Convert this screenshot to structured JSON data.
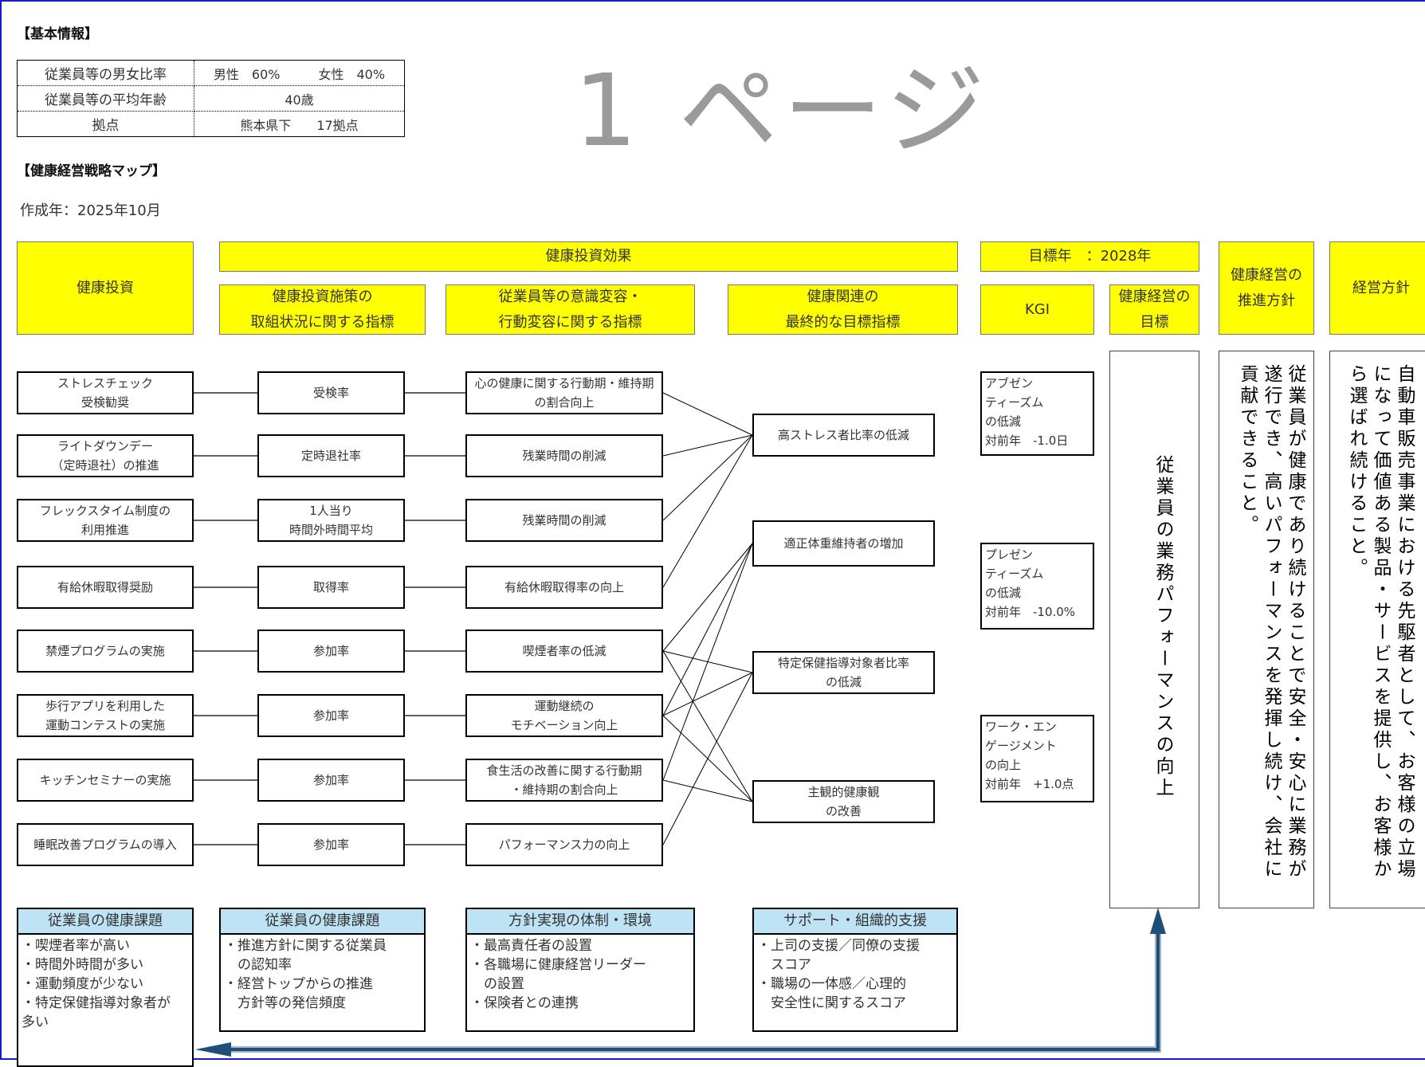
{
  "basic": {
    "title": "【基本情報】",
    "rows": [
      {
        "label": "従業員等の男女比率",
        "value": "男性　60%　　　女性　40%"
      },
      {
        "label": "従業員等の平均年齢",
        "value": "40歳"
      },
      {
        "label": "拠点",
        "value": "熊本県下　　17拠点"
      }
    ]
  },
  "map": {
    "title": "【健康経営戦略マップ】",
    "created": "作成年：2025年10月"
  },
  "headers": {
    "investment": "健康投資",
    "effect": "健康投資効果",
    "col2": "健康投資施策の\n取組状況に関する指標",
    "col3": "従業員等の意識変容・\n行動変容に関する指標",
    "col4": "健康関連の\n最終的な目標指標",
    "target_year": "目標年　：2028年",
    "kgi": "KGI",
    "goal": "健康経営の\n目標",
    "policy": "健康経営の\n推進方針",
    "mgmt": "経営方針"
  },
  "rows": [
    {
      "initiative": "ストレスチェック\n受検勧奨",
      "metric": "受検率",
      "behavior": "心の健康に関する行動期・維持期\nの割合向上"
    },
    {
      "initiative": "ライトダウンデー\n（定時退社）の推進",
      "metric": "定時退社率",
      "behavior": "残業時間の削減"
    },
    {
      "initiative": "フレックスタイム制度の\n利用推進",
      "metric": "1人当り\n時間外時間平均",
      "behavior": "残業時間の削減"
    },
    {
      "initiative": "有給休暇取得奨励",
      "metric": "取得率",
      "behavior": "有給休暇取得率の向上"
    },
    {
      "initiative": "禁煙プログラムの実施",
      "metric": "参加率",
      "behavior": "喫煙者率の低減"
    },
    {
      "initiative": "歩行アプリを利用した\n運動コンテストの実施",
      "metric": "参加率",
      "behavior": "運動継続の\nモチベーション向上"
    },
    {
      "initiative": "キッチンセミナーの実施",
      "metric": "参加率",
      "behavior": "食生活の改善に関する行動期\n・維持期の割合向上"
    },
    {
      "initiative": "睡眠改善プログラムの導入",
      "metric": "参加率",
      "behavior": "パフォーマンス力の向上"
    }
  ],
  "outcomes": [
    "高ストレス者比率の低減",
    "適正体重維持者の増加",
    "特定保健指導対象者比率\nの低減",
    "主観的健康観\nの改善"
  ],
  "links": [
    [
      0,
      0
    ],
    [
      1,
      0
    ],
    [
      2,
      0
    ],
    [
      3,
      0
    ],
    [
      4,
      1
    ],
    [
      4,
      2
    ],
    [
      4,
      3
    ],
    [
      5,
      1
    ],
    [
      5,
      2
    ],
    [
      5,
      3
    ],
    [
      6,
      1
    ],
    [
      6,
      3
    ],
    [
      7,
      2
    ]
  ],
  "kgis": [
    "アブゼン\nティーズム\nの低減\n対前年　-1.0日",
    "プレゼン\nティーズム\nの低減\n対前年　-10.0%",
    "ワーク・エン\nゲージメント\nの向上\n対前年　+1.0点"
  ],
  "goal_text": "従業員の業務パフォーマンスの向上",
  "policy_text": "従業員が健康であり続けることで安全・安心に業務が遂行でき、高いパフォーマンスを発揮し続け、会社に貢献できること。",
  "mgmt_text": "自動車販売事業における先駆者として、お客様の立場になって価値ある製品・サービスを提供し、お客様から選ばれ続けること。",
  "bottom": [
    {
      "title": "従業員の健康課題",
      "items": [
        "・喫煙者率が高い",
        "・時間外時間が多い",
        "・運動頻度が少ない",
        "・特定保健指導対象者が\n多い"
      ]
    },
    {
      "title": "従業員の健康課題",
      "items": [
        "・推進方針に関する従業員\n　の認知率",
        "・経営トップからの推進\n　方針等の発信頻度"
      ]
    },
    {
      "title": "方針実現の体制・環境",
      "items": [
        "・最高責任者の設置",
        "・各職場に健康経営リーダー\n　の設置",
        "・保険者との連携"
      ]
    },
    {
      "title": "サポート・組織的支援",
      "items": [
        "・上司の支援／同僚の支援\n　スコア",
        "・職場の一体感／心理的\n　安全性に関するスコア"
      ]
    }
  ],
  "watermark": "1 ページ",
  "colors": {
    "header": "#ffff00",
    "subheader": "#bde3f5",
    "arrow": "#1f4e79",
    "frame": "#1a1ac8"
  }
}
